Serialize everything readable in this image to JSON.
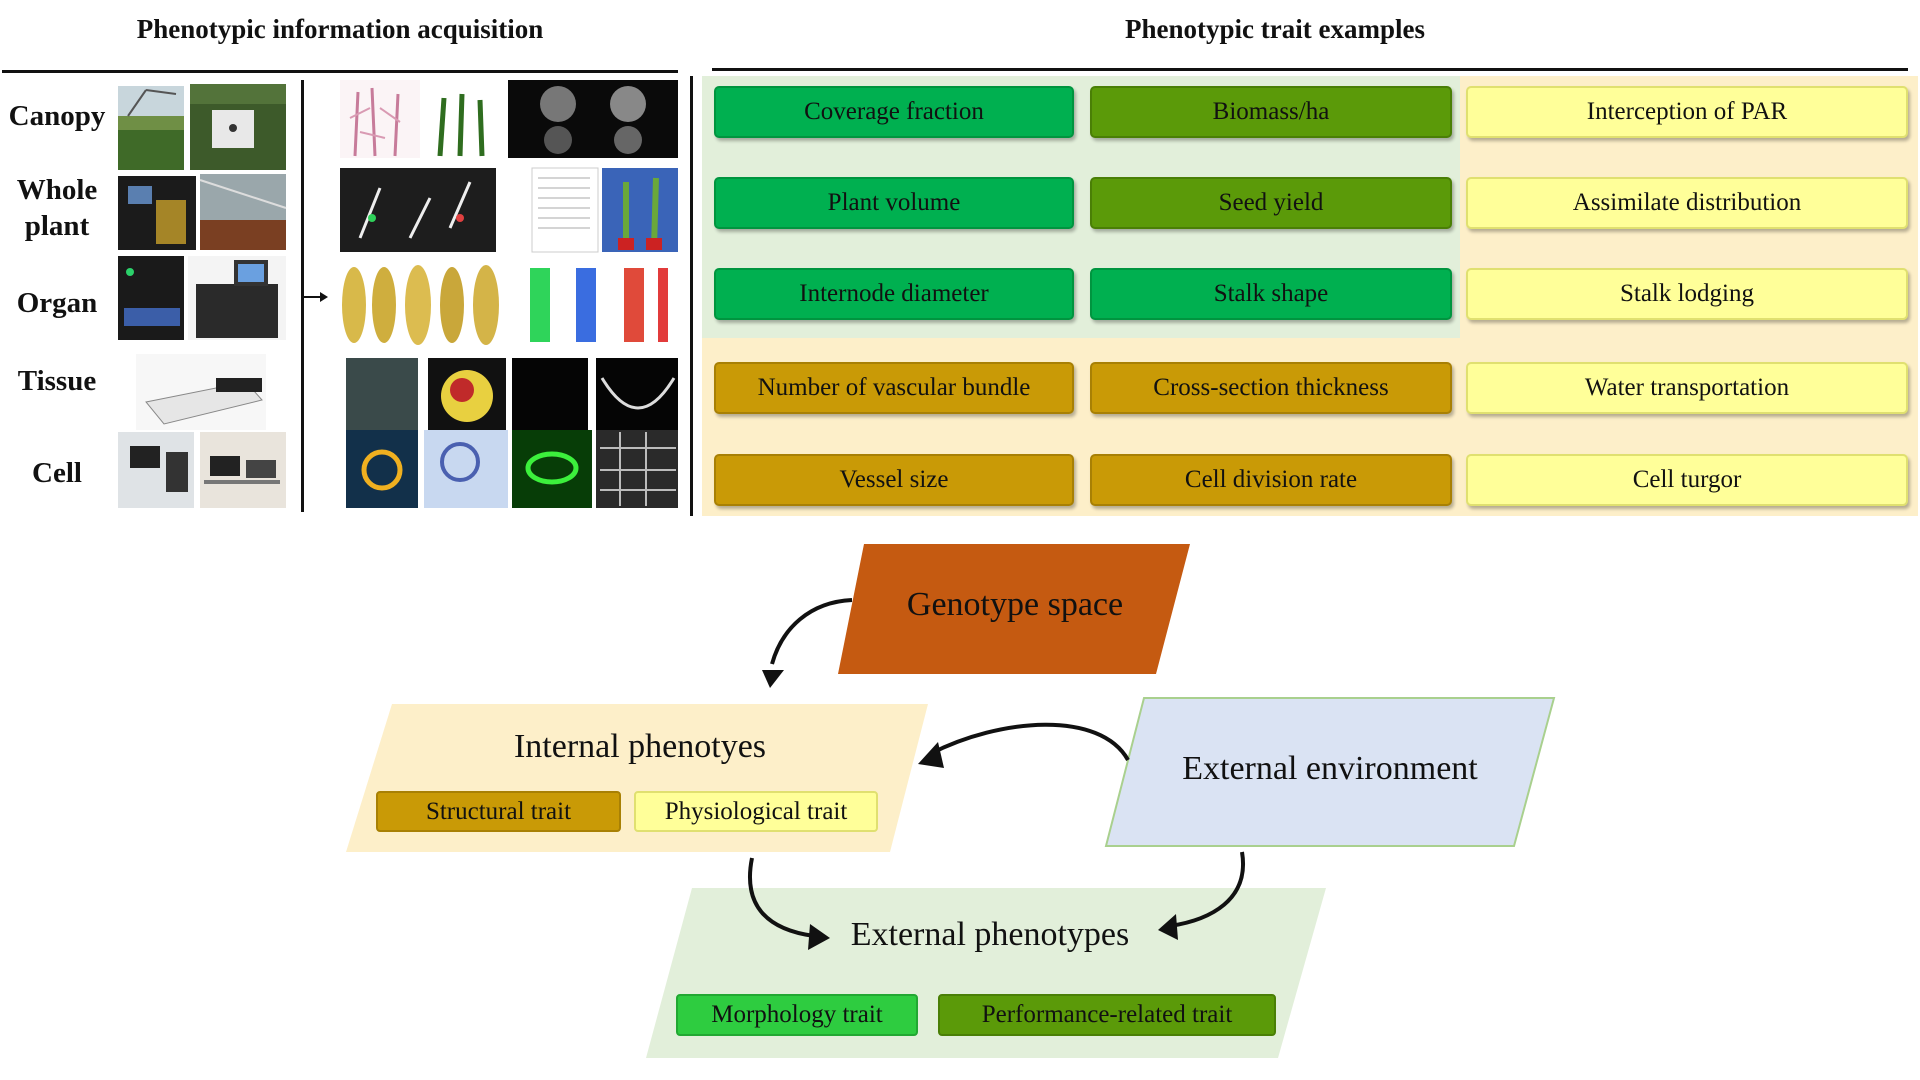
{
  "left_panel": {
    "heading": "Phenotypic information acquisition",
    "scales": [
      "Canopy",
      "Whole plant",
      "Organ",
      "Tissue",
      "Cell"
    ]
  },
  "right_panel": {
    "heading": "Phenotypic trait examples",
    "traits": [
      {
        "label": "Coverage fraction",
        "category": "morphology"
      },
      {
        "label": "Biomass/ha",
        "category": "performance"
      },
      {
        "label": "Interception of PAR",
        "category": "physiological"
      },
      {
        "label": "Plant volume",
        "category": "morphology"
      },
      {
        "label": "Seed yield",
        "category": "performance"
      },
      {
        "label": "Assimilate distribution",
        "category": "physiological"
      },
      {
        "label": "Internode diameter",
        "category": "morphology"
      },
      {
        "label": "Stalk shape",
        "category": "morphology"
      },
      {
        "label": "Stalk lodging",
        "category": "physiological"
      },
      {
        "label": "Number of vascular bundle",
        "category": "structural"
      },
      {
        "label": "Cross-section thickness",
        "category": "structural"
      },
      {
        "label": "Water transportation",
        "category": "physiological"
      },
      {
        "label": "Vessel size",
        "category": "structural"
      },
      {
        "label": "Cell division rate",
        "category": "structural"
      },
      {
        "label": "Cell turgor",
        "category": "physiological"
      }
    ]
  },
  "diagram": {
    "genotype": "Genotype space",
    "internal": {
      "title": "Internal phenotyes",
      "traits": [
        "Structural trait",
        "Physiological trait"
      ]
    },
    "environment": "External environment",
    "external": {
      "title": "External phenotypes",
      "traits": [
        "Morphology trait",
        "Performance-related trait"
      ]
    }
  },
  "colors": {
    "morphology": "#00b050",
    "performance": "#5b9a09",
    "physiological": "#ffff99",
    "structural": "#c99a06",
    "genotype": "#c55a11",
    "internal_bg": "#fdefc9",
    "environment_bg": "#dae3f3",
    "external_bg": "#e2efda"
  }
}
